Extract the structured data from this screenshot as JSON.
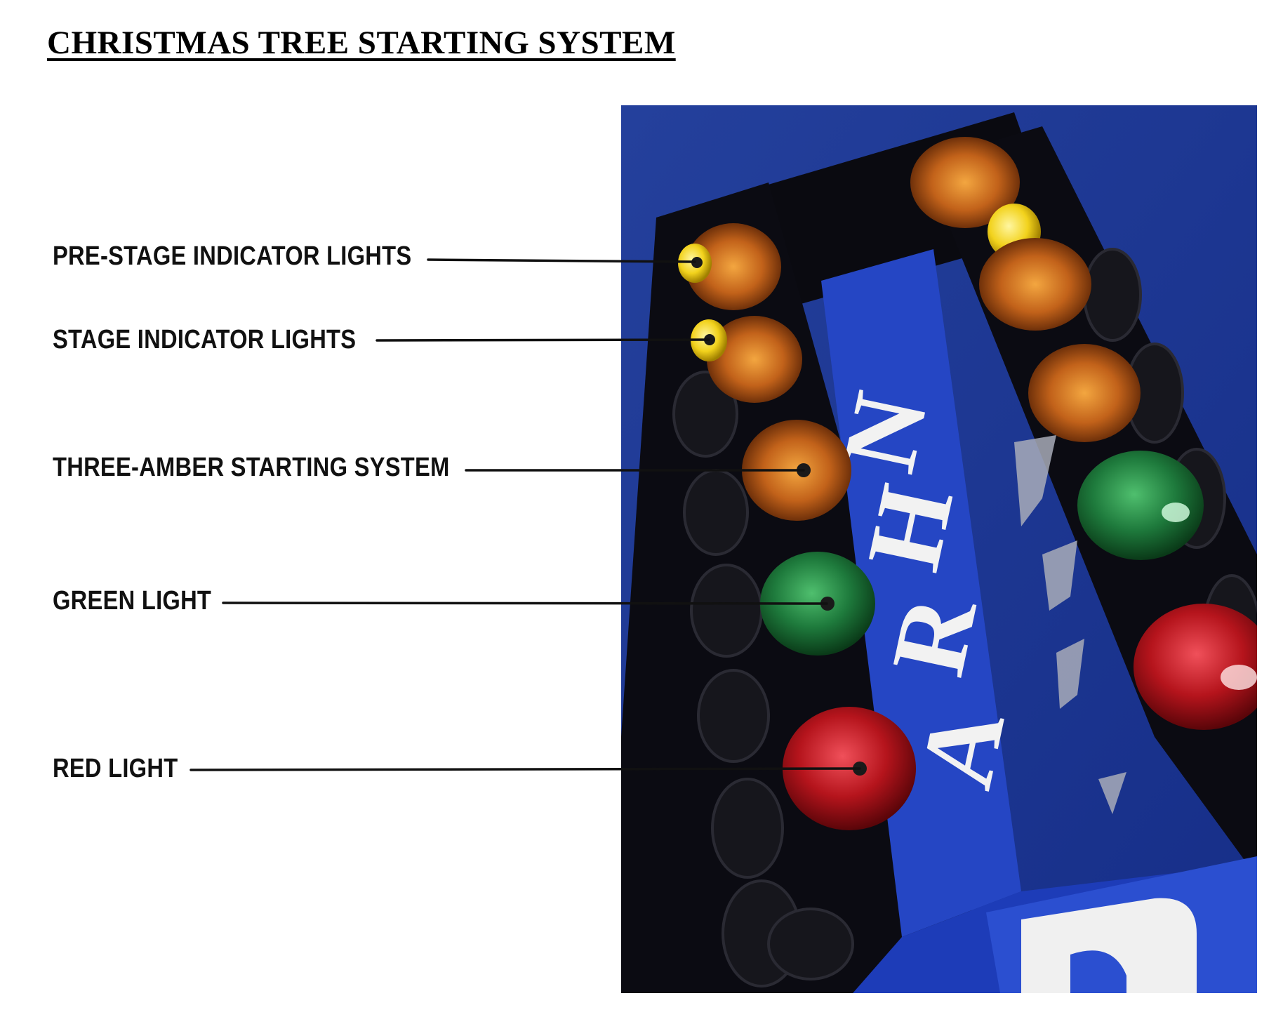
{
  "title": "CHRISTMAS TREE STARTING SYSTEM",
  "labels": {
    "pre_stage": "PRE-STAGE INDICATOR LIGHTS",
    "stage": "STAGE INDICATOR LIGHTS",
    "three_amber": "THREE-AMBER STARTING SYSTEM",
    "green": "GREEN LIGHT",
    "red": "RED LIGHT"
  },
  "photo": {
    "sign_text": [
      "N",
      "H",
      "R",
      "A"
    ],
    "colors": {
      "sky": "#1f3fa8",
      "pole": "#2546c4",
      "amber": "#c8701a",
      "yellow": "#f2d21c",
      "green": "#1e7a3c",
      "red": "#b5141c"
    }
  }
}
